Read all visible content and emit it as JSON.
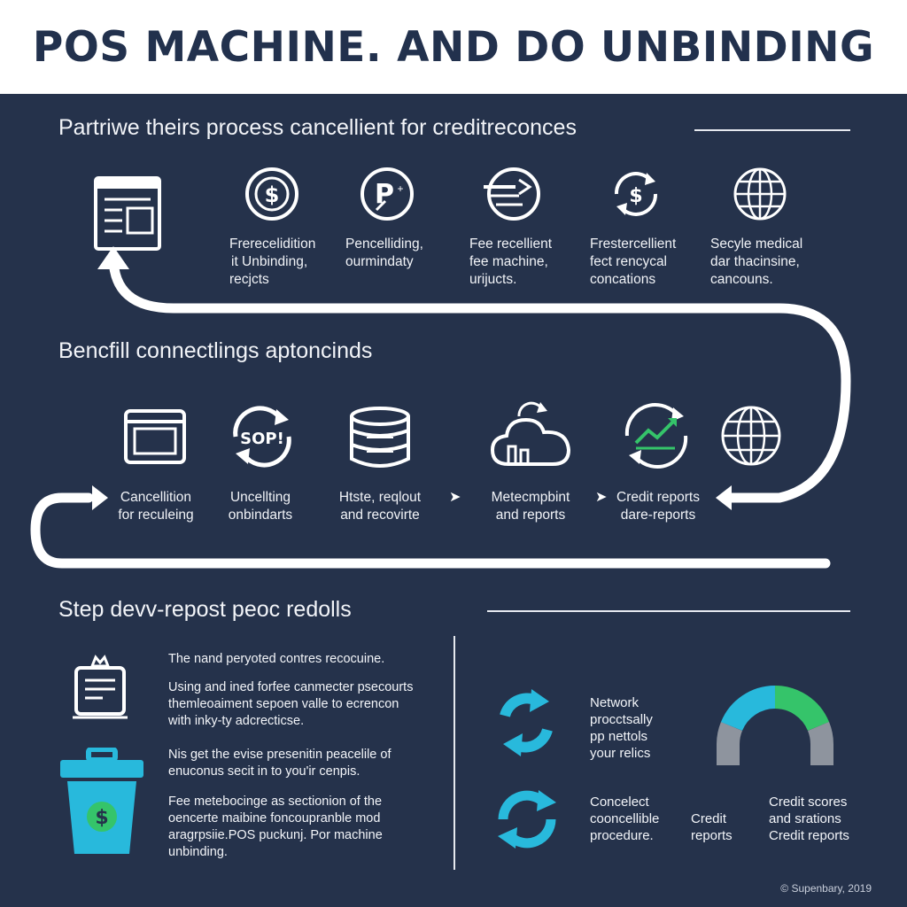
{
  "title": "POS MACHINE. AND DO UNBINDING",
  "section1": {
    "title": "Partriwe theirs process cancellient for creditreconces",
    "items": [
      {
        "icon": "document-icon",
        "lines": []
      },
      {
        "icon": "dollar-coin-icon",
        "lines": [
          "Frerecelidition",
          "it Unbinding,",
          "recjcts"
        ]
      },
      {
        "icon": "p-key-icon",
        "lines": [
          "Pencelliding,",
          "ourmindaty"
        ]
      },
      {
        "icon": "card-transfer-icon",
        "lines": [
          "Fee recellient",
          "fee machine,",
          "urijucts."
        ]
      },
      {
        "icon": "dollar-refresh-icon",
        "lines": [
          "Frestercellient",
          "fect rencycal",
          "concations"
        ]
      },
      {
        "icon": "globe-icon",
        "lines": [
          "Secyle medical",
          "dar thacinsine,",
          "cancouns."
        ]
      }
    ]
  },
  "section2": {
    "title": "Bencfill connectlings aptoncinds",
    "items": [
      {
        "icon": "browser-window-icon",
        "lines": [
          "Cancellition",
          "for reculeing"
        ]
      },
      {
        "icon": "sop-refresh-icon",
        "badge": "SOP!",
        "lines": [
          "Uncellting",
          "onbindarts"
        ]
      },
      {
        "icon": "database-icon",
        "lines": [
          "Htste, reqlout",
          "and recovirte"
        ]
      },
      {
        "icon": "cloud-chart-icon",
        "lines": [
          "Metecmpbint",
          "and reports"
        ]
      },
      {
        "icon": "trend-chart-icon",
        "lines": [
          "Credit reports",
          "dare-reports"
        ]
      },
      {
        "icon": "globe-icon",
        "lines": []
      }
    ]
  },
  "section3": {
    "title": "Step devv-repost peoc redolls",
    "paragraphs": [
      [
        "The nand peryoted contres recocuine."
      ],
      [
        "Using and ined forfee canmecter psecourts",
        "themleoaiment sepoen valle to ecrencon",
        "with inky-ty adcrecticse."
      ],
      [
        "Nis get the evise presenitin peacelile of",
        "enuconus secit in to you'ir cenpis."
      ],
      [
        "Fee metebocinge as sectionion of the",
        "oencerte maibine foncoupranble mod",
        "aragrpsiie.POS puckunj. Por machine",
        "unbinding."
      ]
    ],
    "right": {
      "network_lines": [
        "Network",
        "procctsally",
        "pp nettols",
        "your relics"
      ],
      "conce_lines": [
        "Concelect",
        "cooncellible",
        "procedure."
      ],
      "credit_lines": [
        "Credit",
        "reports"
      ],
      "scores_lines": [
        "Credit scores",
        "and srations",
        "Credit reports"
      ]
    }
  },
  "footer": "© Supenbary, 2019",
  "colors": {
    "background": "#25324b",
    "header": "#ffffff",
    "title": "#22314d",
    "accent_cyan": "#28b9dc",
    "accent_green": "#35c46a",
    "gauge_gray": "#8e949e"
  }
}
